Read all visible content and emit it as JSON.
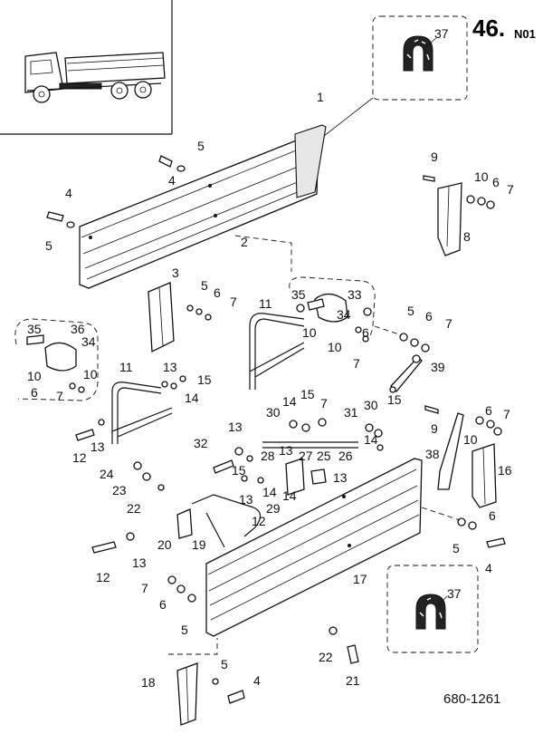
{
  "sheet": {
    "page_number": "46.",
    "page_suffix": "N01",
    "drawing_ref": "680-1261"
  },
  "callouts": [
    {
      "id": "37-top",
      "text": "37"
    },
    {
      "id": "1",
      "text": "1"
    },
    {
      "id": "2",
      "text": "2"
    },
    {
      "id": "3",
      "text": "3"
    },
    {
      "id": "4a",
      "text": "4"
    },
    {
      "id": "4b",
      "text": "4"
    },
    {
      "id": "5a",
      "text": "5"
    },
    {
      "id": "5b",
      "text": "5"
    },
    {
      "id": "5c",
      "text": "5"
    },
    {
      "id": "6a",
      "text": "6"
    },
    {
      "id": "7a",
      "text": "7"
    },
    {
      "id": "8",
      "text": "8"
    },
    {
      "id": "9a",
      "text": "9"
    },
    {
      "id": "10a",
      "text": "10"
    },
    {
      "id": "6b",
      "text": "6"
    },
    {
      "id": "7b",
      "text": "7"
    },
    {
      "id": "11a",
      "text": "11"
    },
    {
      "id": "35a",
      "text": "35"
    },
    {
      "id": "33",
      "text": "33"
    },
    {
      "id": "34a",
      "text": "34"
    },
    {
      "id": "10b",
      "text": "10"
    },
    {
      "id": "6c",
      "text": "6"
    },
    {
      "id": "10c",
      "text": "10"
    },
    {
      "id": "7c",
      "text": "7"
    },
    {
      "id": "5d",
      "text": "5"
    },
    {
      "id": "6d",
      "text": "6"
    },
    {
      "id": "7d",
      "text": "7"
    },
    {
      "id": "39",
      "text": "39"
    },
    {
      "id": "35b",
      "text": "35"
    },
    {
      "id": "36",
      "text": "36"
    },
    {
      "id": "34b",
      "text": "34"
    },
    {
      "id": "10d",
      "text": "10"
    },
    {
      "id": "10e",
      "text": "10"
    },
    {
      "id": "6e",
      "text": "6"
    },
    {
      "id": "7e",
      "text": "7"
    },
    {
      "id": "11b",
      "text": "11"
    },
    {
      "id": "13a",
      "text": "13"
    },
    {
      "id": "15a",
      "text": "15"
    },
    {
      "id": "14a",
      "text": "14"
    },
    {
      "id": "13b",
      "text": "13"
    },
    {
      "id": "12a",
      "text": "12"
    },
    {
      "id": "14b",
      "text": "14"
    },
    {
      "id": "15b",
      "text": "15"
    },
    {
      "id": "30a",
      "text": "30"
    },
    {
      "id": "7f",
      "text": "7"
    },
    {
      "id": "31",
      "text": "31"
    },
    {
      "id": "30b",
      "text": "30"
    },
    {
      "id": "15c",
      "text": "15"
    },
    {
      "id": "14c",
      "text": "14"
    },
    {
      "id": "9b",
      "text": "9"
    },
    {
      "id": "6f",
      "text": "6"
    },
    {
      "id": "7g",
      "text": "7"
    },
    {
      "id": "13c",
      "text": "13"
    },
    {
      "id": "28",
      "text": "28"
    },
    {
      "id": "13d",
      "text": "13"
    },
    {
      "id": "27",
      "text": "27"
    },
    {
      "id": "25",
      "text": "25"
    },
    {
      "id": "26",
      "text": "26"
    },
    {
      "id": "32",
      "text": "32"
    },
    {
      "id": "38",
      "text": "38"
    },
    {
      "id": "10f",
      "text": "10"
    },
    {
      "id": "16",
      "text": "16"
    },
    {
      "id": "15d",
      "text": "15"
    },
    {
      "id": "13e",
      "text": "13"
    },
    {
      "id": "24",
      "text": "24"
    },
    {
      "id": "23",
      "text": "23"
    },
    {
      "id": "14d",
      "text": "14"
    },
    {
      "id": "14e",
      "text": "14"
    },
    {
      "id": "29",
      "text": "29"
    },
    {
      "id": "13f",
      "text": "13"
    },
    {
      "id": "22a",
      "text": "22"
    },
    {
      "id": "12b",
      "text": "12"
    },
    {
      "id": "13g",
      "text": "13"
    },
    {
      "id": "20",
      "text": "20"
    },
    {
      "id": "19",
      "text": "19"
    },
    {
      "id": "6g",
      "text": "6"
    },
    {
      "id": "5e",
      "text": "5"
    },
    {
      "id": "4c",
      "text": "4"
    },
    {
      "id": "12c",
      "text": "12"
    },
    {
      "id": "17",
      "text": "17"
    },
    {
      "id": "7h",
      "text": "7"
    },
    {
      "id": "6h",
      "text": "6"
    },
    {
      "id": "5f",
      "text": "5"
    },
    {
      "id": "37-bottom",
      "text": "37"
    },
    {
      "id": "22b",
      "text": "22"
    },
    {
      "id": "21",
      "text": "21"
    },
    {
      "id": "18",
      "text": "18"
    },
    {
      "id": "5g",
      "text": "5"
    },
    {
      "id": "4d",
      "text": "4"
    }
  ]
}
